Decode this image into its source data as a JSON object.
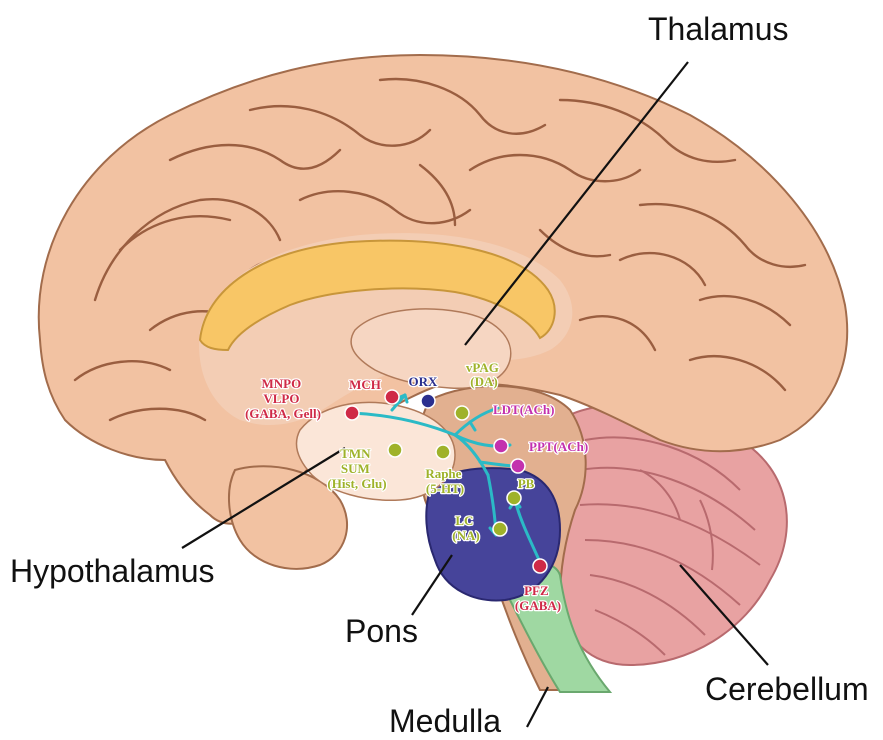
{
  "colors": {
    "cortex": "#f2c2a2",
    "cortex_outline": "#a26c4c",
    "sulci": "#9a5e40",
    "corpus_callosum": "#f8c666",
    "brainstem": "#e2b090",
    "pons": "#46449a",
    "medulla": "#9fd8a2",
    "cerebellum": "#e8a2a2",
    "cerebellum_lines": "#b86a6e",
    "pathway": "#2bbac6",
    "red": "#cf2a47",
    "blue": "#2b2f8e",
    "olive": "#9fb22a",
    "magenta": "#c331ae"
  },
  "region_labels": {
    "thalamus": "Thalamus",
    "hypothalamus": "Hypothalamus",
    "pons": "Pons",
    "medulla": "Medulla",
    "cerebellum": "Cerebellum"
  },
  "nuclei": {
    "mnpo": {
      "lines": [
        "MNPO",
        "VLPO",
        "(GABA, Gell)"
      ],
      "color": "red"
    },
    "mch": {
      "lines": [
        "MCH"
      ],
      "color": "red"
    },
    "orx": {
      "lines": [
        "ORX"
      ],
      "color": "blue"
    },
    "vpag": {
      "lines": [
        "vPAG",
        "(DA)"
      ],
      "color": "olive"
    },
    "ldt": {
      "lines": [
        "LDT(ACh)"
      ],
      "color": "magenta"
    },
    "ppt": {
      "lines": [
        "PPT(ACh)"
      ],
      "color": "magenta"
    },
    "tmn": {
      "lines": [
        "TMN",
        "SUM",
        "(Hist, Glu)"
      ],
      "color": "olive"
    },
    "raphe": {
      "lines": [
        "Raphe",
        "(5-HT)"
      ],
      "color": "olive"
    },
    "pb": {
      "lines": [
        "PB"
      ],
      "color": "olive"
    },
    "lc": {
      "lines": [
        "LC",
        "(NA)"
      ],
      "color": "olive"
    },
    "pfz": {
      "lines": [
        "PFZ",
        "(GABA)"
      ],
      "color": "red"
    }
  }
}
